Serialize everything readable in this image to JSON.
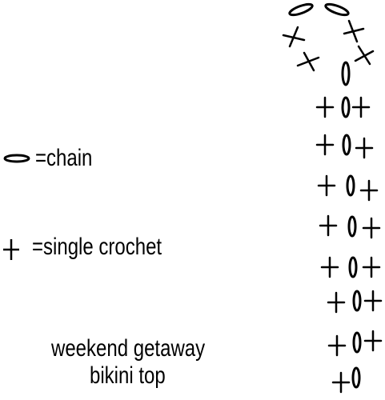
{
  "legend": {
    "chain": {
      "symbol_name": "chain-oval-icon",
      "label": "=chain"
    },
    "single_crochet": {
      "symbol_name": "single-crochet-plus-icon",
      "label": "=single crochet"
    }
  },
  "title": {
    "line1": "weekend getaway",
    "line2": "bikini top"
  },
  "colors": {
    "ink": "#000000",
    "background": "#ffffff"
  }
}
